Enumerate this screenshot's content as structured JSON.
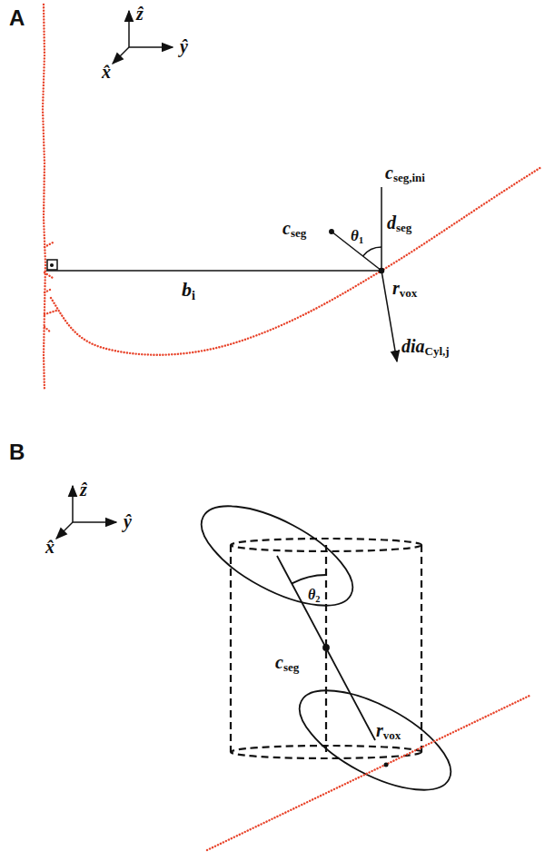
{
  "diagram": {
    "nodes": [
      {
        "text": [
          "cseg,ini",
          "cseg",
          "θ1",
          "dseg",
          "rvox",
          "diaCyl,j"
        ]
      },
      {
        "text": [
          "θ2",
          "cseg",
          "rvox"
        ]
      }
    ],
    "labels": [
      "A",
      "ẑ",
      "ŷ",
      "x̂",
      "bi",
      "B",
      "ẑ",
      "ŷ",
      "x̂"
    ]
  }
}
